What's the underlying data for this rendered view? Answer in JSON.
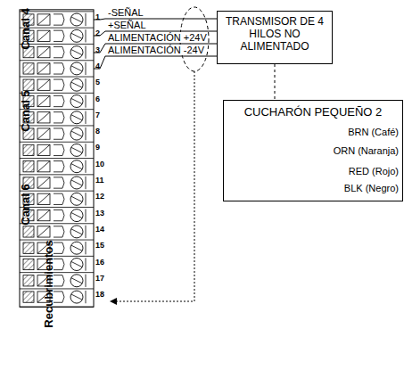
{
  "diagram": {
    "nodes": [
      {
        "text": [
          "TRANSMISOR DE 4 HILOS NO ALIMENTADO"
        ]
      },
      {
        "text": [
          "CUCHARÓN PEQUEÑO 2",
          "BRN (Café)",
          "ORN (Naranja)",
          "RED (Rojo)",
          "BLK (Negro)"
        ]
      }
    ],
    "edges": [
      {
        "from": 0,
        "to": 1,
        "arrow": "none"
      }
    ],
    "labels": [
      "1",
      "2",
      "3",
      "4",
      "5",
      "6",
      "7",
      "8",
      "9",
      "10",
      "11",
      "12",
      "13",
      "14",
      "15",
      "16",
      "17",
      "18",
      "Canal 4",
      "Canal 5",
      "Canal 6",
      "Recubrimientos",
      "-SEÑAL",
      "+SEÑAL",
      "ALIMENTACIÓN +24V",
      "ALIMENTACIÓN -24V"
    ]
  }
}
